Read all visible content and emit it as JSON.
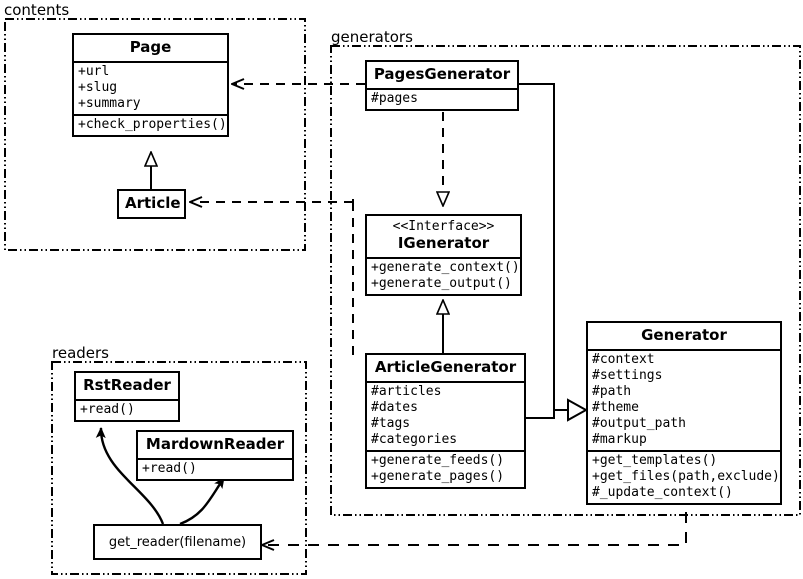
{
  "diagram": {
    "title": "Pelican architecture UML class diagram",
    "stroke_color": "#000000",
    "background_color": "#ffffff"
  },
  "packages": [
    {
      "name": "contents-package",
      "label": "contents"
    },
    {
      "name": "generators-package",
      "label": "generators"
    },
    {
      "name": "readers-package",
      "label": "readers"
    }
  ],
  "classes": {
    "page": {
      "name": "Page",
      "attributes": [
        "+url",
        "+slug",
        "+summary"
      ],
      "methods": [
        "+check_properties()"
      ]
    },
    "article": {
      "name": "Article",
      "attributes": [],
      "methods": []
    },
    "pages_generator": {
      "name": "PagesGenerator",
      "attributes": [
        "#pages"
      ],
      "methods": []
    },
    "igenerator": {
      "stereotype": "<<Interface>>",
      "name": "IGenerator",
      "attributes": [],
      "methods": [
        "+generate_context()",
        "+generate_output()"
      ]
    },
    "article_generator": {
      "name": "ArticleGenerator",
      "attributes": [
        "#articles",
        "#dates",
        "#tags",
        "#categories"
      ],
      "methods": [
        "+generate_feeds()",
        "+generate_pages()"
      ]
    },
    "generator": {
      "name": "Generator",
      "attributes": [
        "#context",
        "#settings",
        "#path",
        "#theme",
        "#output_path",
        "#markup"
      ],
      "methods": [
        "+get_templates()",
        "+get_files(path,exclude)",
        "#_update_context()"
      ]
    },
    "rst_reader": {
      "name": "RstReader",
      "attributes": [],
      "methods": [
        "+read()"
      ]
    },
    "markdown_reader": {
      "name": "MardownReader",
      "attributes": [],
      "methods": [
        "+read()"
      ]
    },
    "get_reader": {
      "name": "get_reader(filename)"
    }
  },
  "relationships": [
    {
      "name": "article-inherits-page",
      "type": "generalization",
      "from": "Article",
      "to": "Page"
    },
    {
      "name": "pagesgenerator-realizes-igenerator",
      "type": "realization",
      "from": "PagesGenerator",
      "to": "IGenerator"
    },
    {
      "name": "articlegenerator-realizes-igenerator",
      "type": "generalization",
      "from": "ArticleGenerator",
      "to": "IGenerator"
    },
    {
      "name": "pagesgenerator-inherits-generator",
      "type": "generalization",
      "from": "PagesGenerator",
      "to": "Generator"
    },
    {
      "name": "articlegenerator-inherits-generator",
      "type": "generalization",
      "from": "ArticleGenerator",
      "to": "Generator"
    },
    {
      "name": "pagesgenerator-uses-page",
      "type": "dependency",
      "from": "PagesGenerator",
      "to": "Page"
    },
    {
      "name": "articlegenerator-uses-article",
      "type": "dependency",
      "from": "ArticleGenerator",
      "to": "Article"
    },
    {
      "name": "generator-uses-get-reader",
      "type": "dependency",
      "from": "Generator",
      "to": "get_reader(filename)"
    },
    {
      "name": "get-reader-creates-rstreader",
      "type": "association",
      "from": "get_reader(filename)",
      "to": "RstReader"
    },
    {
      "name": "get-reader-creates-markdownreader",
      "type": "association",
      "from": "get_reader(filename)",
      "to": "MardownReader"
    }
  ]
}
